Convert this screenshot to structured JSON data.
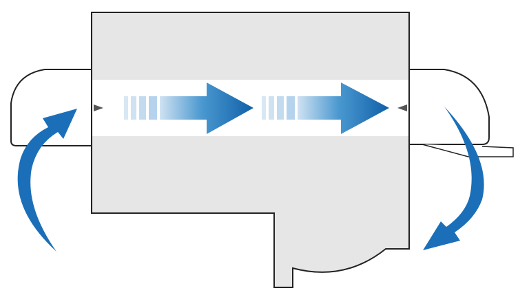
{
  "colors": {
    "body_fill": "#e6e6e6",
    "outline": "#222222",
    "channel": "#ffffff",
    "arrow_blue": "#1a6fb8",
    "arrow_light": "#d6e6f4"
  },
  "icons": [
    "straight-flow-arrow",
    "curved-flow-arrow",
    "screw"
  ]
}
